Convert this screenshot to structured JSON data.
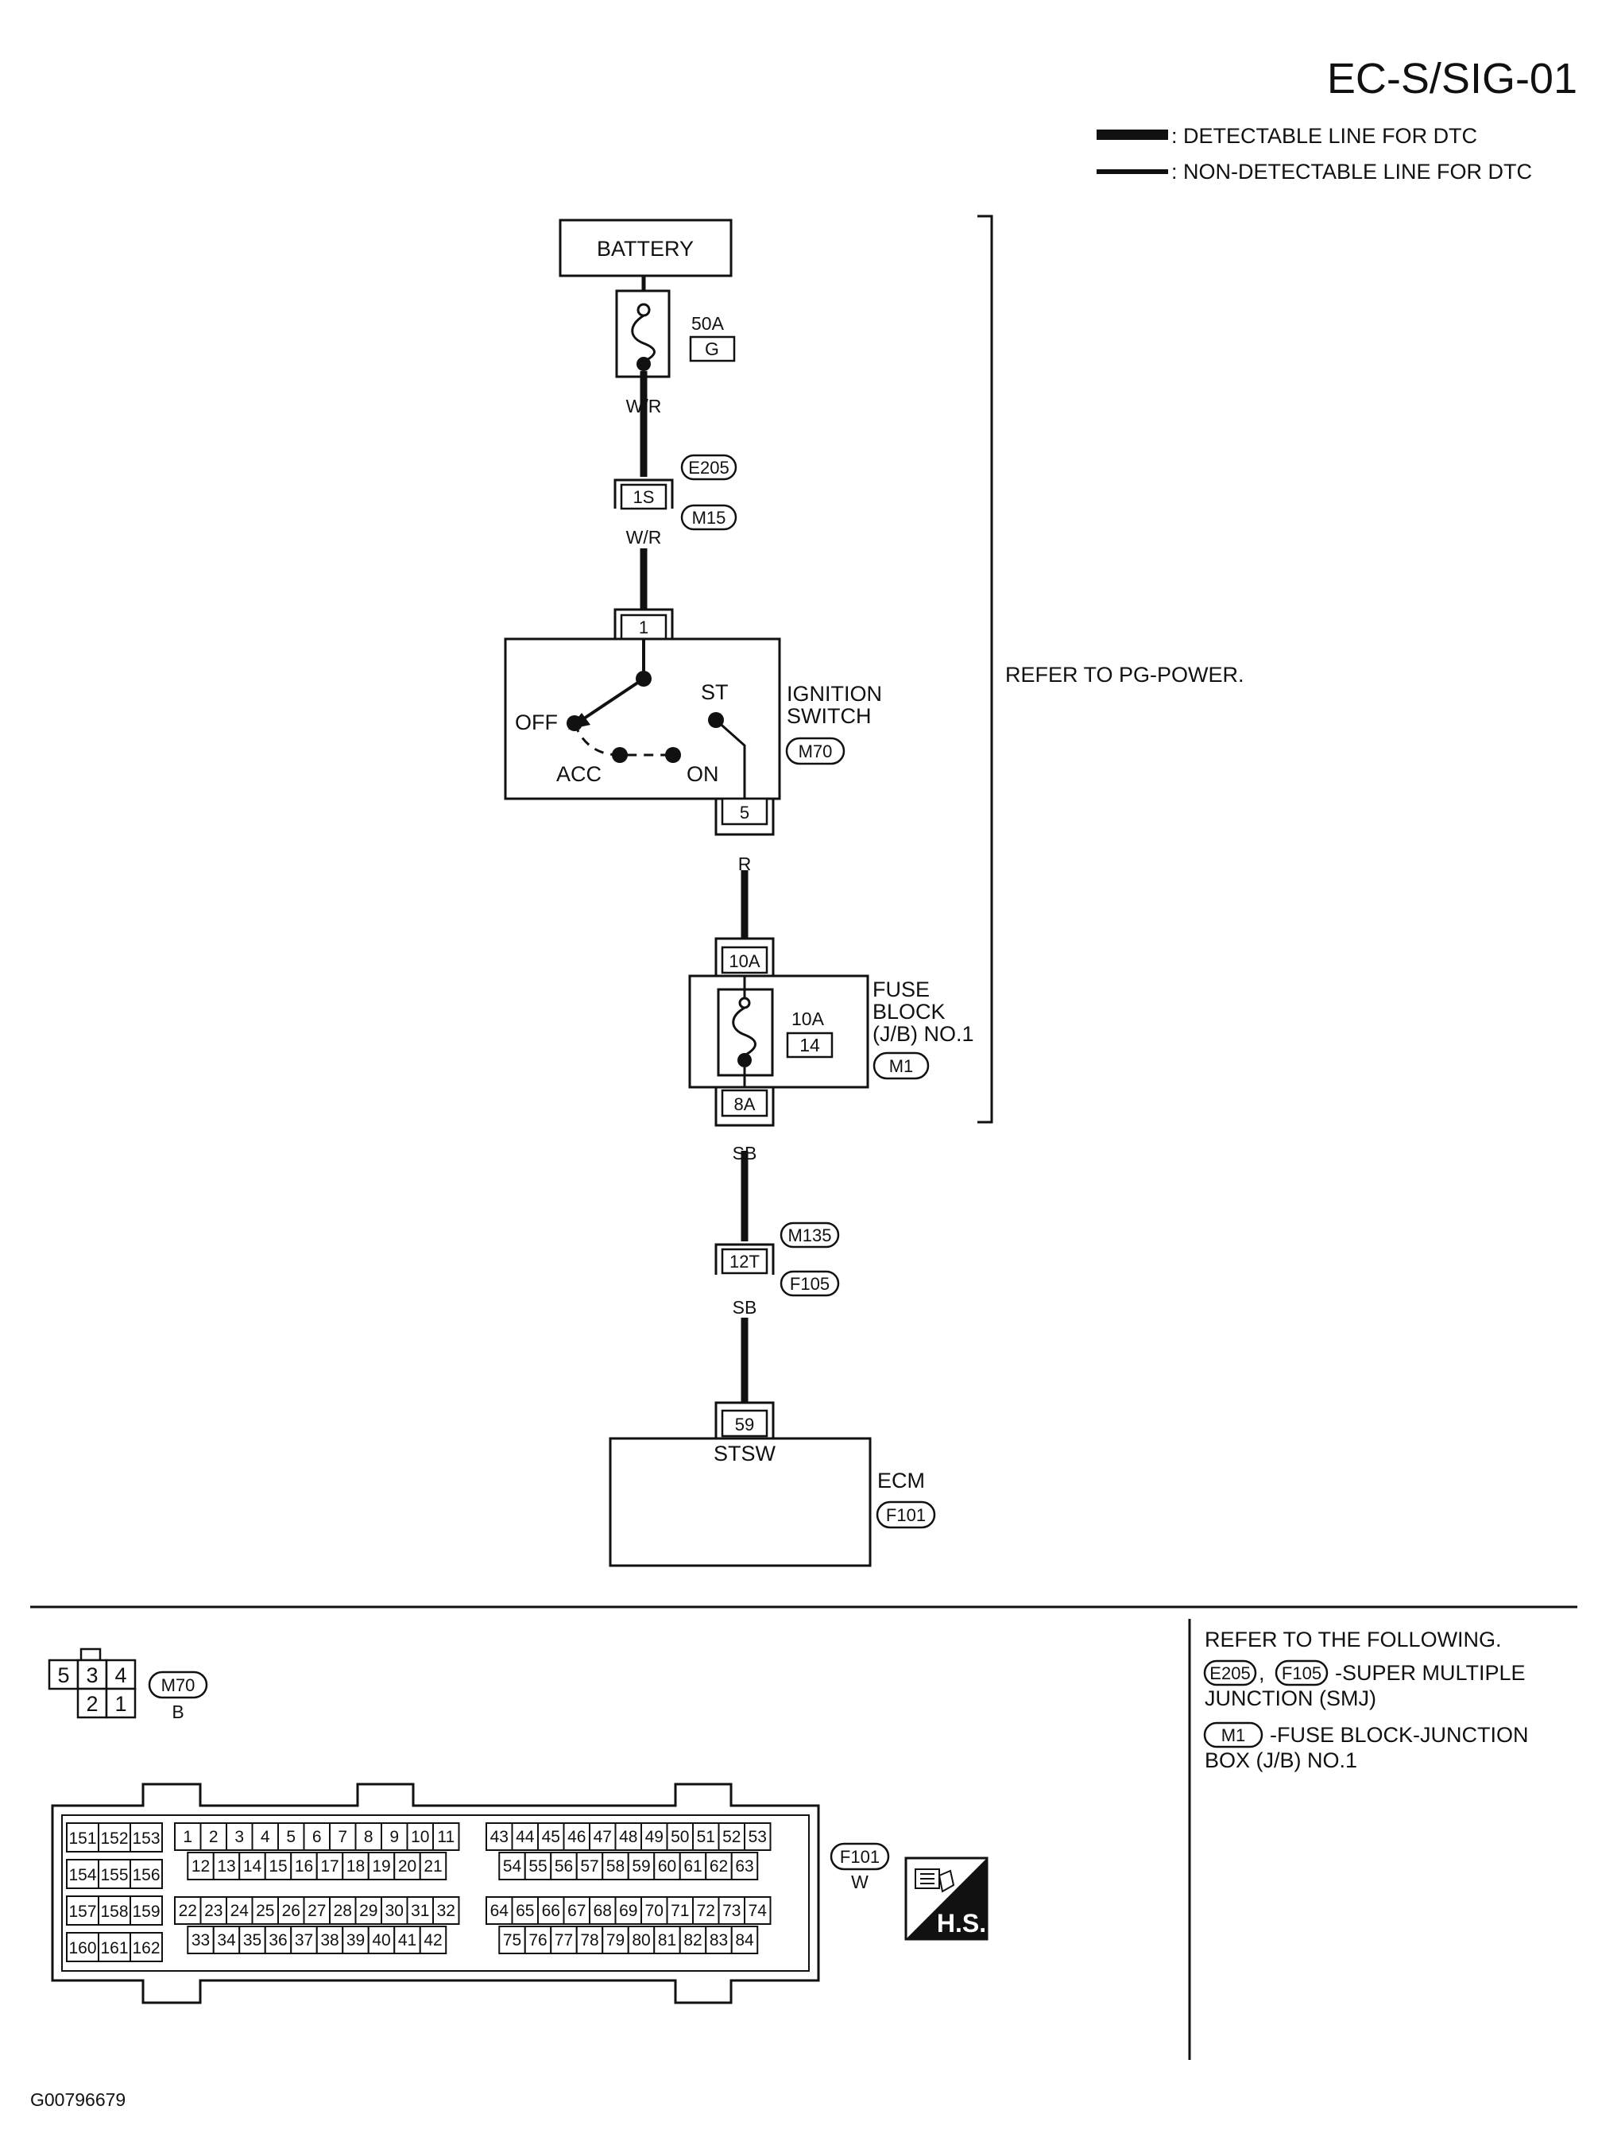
{
  "header": {
    "page_code": "EC-S/SIG-01",
    "legend": [
      {
        "label": ": DETECTABLE LINE FOR DTC",
        "line": "thick"
      },
      {
        "label": ": NON-DETECTABLE LINE FOR DTC",
        "line": "thin"
      }
    ]
  },
  "circuit": {
    "battery": "BATTERY",
    "fusible_link": {
      "rating": "50A",
      "id": "G"
    },
    "wire_1": "W/R",
    "joint_connector": {
      "terminal": "1S",
      "connector_top": "E205",
      "connector_bottom": "M15"
    },
    "wire_2": "W/R",
    "ignition_switch": {
      "name_line1": "IGNITION",
      "name_line2": "SWITCH",
      "connector": "M70",
      "terminal_in": "1",
      "terminal_out": "5",
      "positions": {
        "off": "OFF",
        "acc": "ACC",
        "on": "ON",
        "st": "ST"
      }
    },
    "refer_power": "REFER TO PG-POWER.",
    "wire_3": "R",
    "fuse_block": {
      "terminal_in": "10A",
      "terminal_out": "8A",
      "fuse_rating": "10A",
      "fuse_number": "14",
      "name_line1": "FUSE",
      "name_line2": "BLOCK",
      "name_line3": "(J/B) NO.1",
      "connector": "M1"
    },
    "wire_4": "SB",
    "joint_connector_2": {
      "terminal": "12T",
      "connector_top": "M135",
      "connector_bottom": "F105"
    },
    "wire_5": "SB",
    "ecm": {
      "terminal": "59",
      "signal": "STSW",
      "name": "ECM",
      "connector": "F101"
    }
  },
  "footer": {
    "m70_connector": {
      "id": "M70",
      "color": "B",
      "top_row": [
        "5",
        "3",
        "4"
      ],
      "bottom_row": [
        "2",
        "1"
      ]
    },
    "f101_connector": {
      "id": "F101",
      "color": "W",
      "left_block": [
        [
          "151",
          "152",
          "153"
        ],
        [
          "154",
          "155",
          "156"
        ],
        [
          "157",
          "158",
          "159"
        ],
        [
          "160",
          "161",
          "162"
        ]
      ],
      "block_a": {
        "row1": [
          "1",
          "2",
          "3",
          "4",
          "5",
          "6",
          "7",
          "8",
          "9",
          "10",
          "11"
        ],
        "row2": [
          "12",
          "13",
          "14",
          "15",
          "16",
          "17",
          "18",
          "19",
          "20",
          "21"
        ],
        "row3": [
          "22",
          "23",
          "24",
          "25",
          "26",
          "27",
          "28",
          "29",
          "30",
          "31",
          "32"
        ],
        "row4": [
          "33",
          "34",
          "35",
          "36",
          "37",
          "38",
          "39",
          "40",
          "41",
          "42"
        ]
      },
      "block_b": {
        "row1": [
          "43",
          "44",
          "45",
          "46",
          "47",
          "48",
          "49",
          "50",
          "51",
          "52",
          "53"
        ],
        "row2": [
          "54",
          "55",
          "56",
          "57",
          "58",
          "59",
          "60",
          "61",
          "62",
          "63"
        ],
        "row3": [
          "64",
          "65",
          "66",
          "67",
          "68",
          "69",
          "70",
          "71",
          "72",
          "73",
          "74"
        ],
        "row4": [
          "75",
          "76",
          "77",
          "78",
          "79",
          "80",
          "81",
          "82",
          "83",
          "84"
        ]
      }
    },
    "hs_badge": "H.S.",
    "refer_heading": "REFER TO THE FOLLOWING.",
    "smj_tag_1": "E205",
    "smj_tag_2": "F105",
    "smj_text_line1": "-SUPER MULTIPLE",
    "smj_text_line2": "JUNCTION (SMJ)",
    "jb_tag": "M1",
    "jb_text_line1": "-FUSE BLOCK-JUNCTION",
    "jb_text_line2": "BOX (J/B) NO.1",
    "figure_id": "G00796679"
  }
}
